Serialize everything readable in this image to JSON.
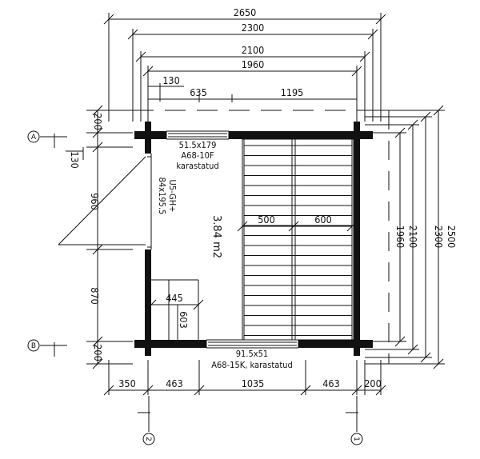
{
  "dimensions": {
    "top": {
      "d2650": "2650",
      "d2300": "2300",
      "d2100": "2100",
      "d1960": "1960",
      "d130": "130",
      "d635": "635",
      "d1195": "1195"
    },
    "right": {
      "d2500": "2500",
      "d2300": "2300",
      "d2100": "2100",
      "d1960": "1960"
    },
    "left": {
      "d200_top": "200",
      "d130": "130",
      "d960": "960",
      "d870": "870",
      "d200_bottom": "200"
    },
    "bottom": {
      "d350": "350",
      "d463_left": "463",
      "d1035": "1035",
      "d463_right": "463",
      "d200": "200"
    },
    "interior": {
      "d500": "500",
      "d600": "600",
      "d445": "445",
      "d603": "603"
    }
  },
  "labels": {
    "window_top": {
      "size": "51.5x179",
      "code": "A68-10F",
      "note": "karastatud"
    },
    "door": {
      "code": "U5-GH+",
      "size": "84x195.5"
    },
    "area": "3.84 m2",
    "window_bottom": {
      "size": "91.5x51",
      "code": "A68-15K, karastatud"
    }
  },
  "axes": {
    "row_a": "A",
    "row_b": "B",
    "col_1": "1",
    "col_2": "2"
  }
}
